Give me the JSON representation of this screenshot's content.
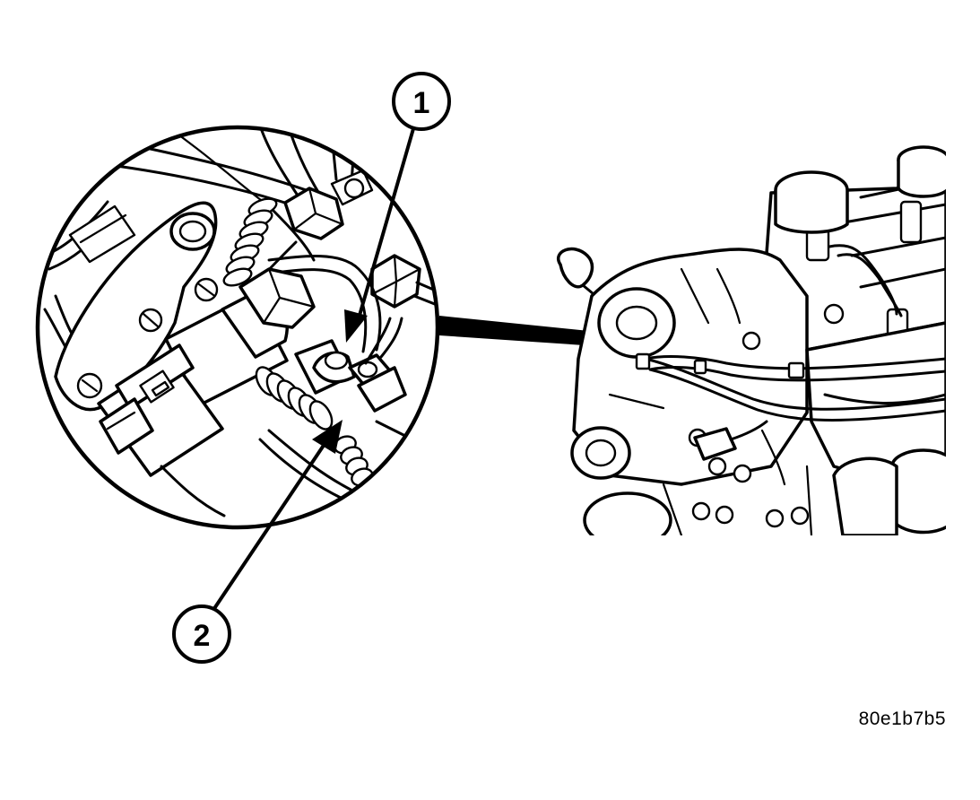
{
  "callouts": [
    {
      "label": "1"
    },
    {
      "label": "2"
    }
  ],
  "figure_code": "80e1b7b5",
  "colors": {
    "ink": "#000000",
    "paper": "#ffffff"
  }
}
